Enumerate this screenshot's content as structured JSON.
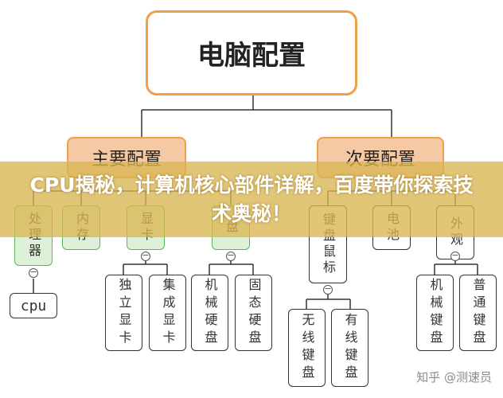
{
  "diagram": {
    "root": "电脑配置",
    "branches": {
      "main": "主要配置",
      "secondary": "次要配置"
    },
    "categories": {
      "processor": "处理器",
      "memory": "内存",
      "graphics": "显卡",
      "disk": "盘",
      "keyboard_mouse": "键盘鼠标",
      "power": "电池",
      "appearance": "外观"
    },
    "leaves": {
      "cpu": "cpu",
      "integrated_gpu": "独立显卡",
      "dedicated_gpu": "集成显卡",
      "hdd": "机械硬盘",
      "ssd": "固态硬盘",
      "wireless_keyboard": "无线键盘",
      "wired_keyboard": "有线键盘",
      "mechanical_keyboard": "机械键盘",
      "regular_keyboard": "普通键盘"
    }
  },
  "banner": {
    "title": "CPU揭秘，计算机核心部件详解，百度带你探索技术奥秘！"
  },
  "watermark": "知乎 @测速员"
}
